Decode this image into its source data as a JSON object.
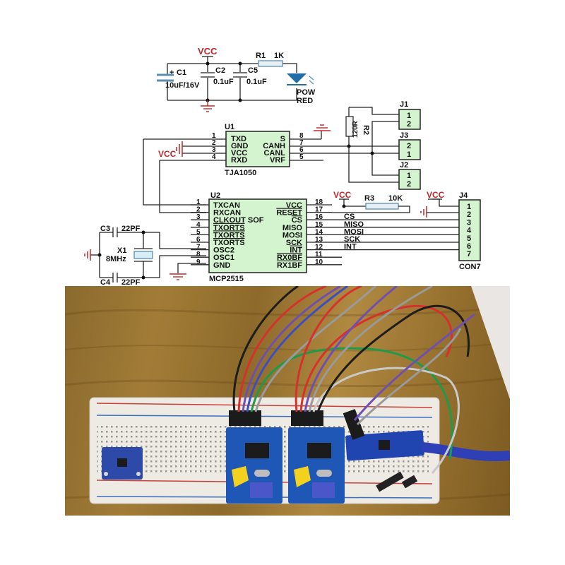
{
  "schematic": {
    "power_section": {
      "vcc_label": "VCC",
      "c1": {
        "name": "C1",
        "value": "10uF/16V",
        "polarity": "+"
      },
      "c2": {
        "name": "C2",
        "value": "0.1uF"
      },
      "c5": {
        "name": "C5",
        "value": "0.1uF"
      },
      "r1": {
        "name": "R1",
        "value": "1K"
      },
      "led": {
        "line1": "POW",
        "line2": "RED"
      }
    },
    "u1": {
      "ref": "U1",
      "part": "TJA1050",
      "left_pins": [
        {
          "num": "1",
          "name": "TXD"
        },
        {
          "num": "2",
          "name": "GND"
        },
        {
          "num": "3",
          "name": "VCC"
        },
        {
          "num": "4",
          "name": "RXD"
        }
      ],
      "right_pins": [
        {
          "num": "8",
          "name": "S"
        },
        {
          "num": "7",
          "name": "CANH"
        },
        {
          "num": "6",
          "name": "CANL"
        },
        {
          "num": "5",
          "name": "VRF"
        }
      ],
      "vcc_label": "VCC"
    },
    "r2": {
      "name": "R2",
      "value": "120R"
    },
    "connectors": {
      "j1": {
        "ref": "J1",
        "pins": [
          "1",
          "2"
        ]
      },
      "j3": {
        "ref": "J3",
        "pins": [
          "2",
          "1"
        ]
      },
      "j2": {
        "ref": "J2",
        "pins": [
          "1",
          "2"
        ]
      },
      "j4": {
        "ref": "J4",
        "part": "CON7",
        "pins": [
          "1",
          "2",
          "3",
          "4",
          "5",
          "6",
          "7"
        ],
        "vcc_label": "VCC"
      }
    },
    "u2": {
      "ref": "U2",
      "part": "MCP2515",
      "left_pins": [
        {
          "num": "1",
          "name": "TXCAN"
        },
        {
          "num": "2",
          "name": "RXCAN"
        },
        {
          "num": "3",
          "name": "CLKOUT SOF"
        },
        {
          "num": "4",
          "name": "TXORTS"
        },
        {
          "num": "5",
          "name": "TXORTS"
        },
        {
          "num": "6",
          "name": "TXORTS"
        },
        {
          "num": "7",
          "name": "OSC2"
        },
        {
          "num": "8",
          "name": "OSC1"
        },
        {
          "num": "9",
          "name": "GND"
        }
      ],
      "right_pins": [
        {
          "num": "18",
          "name": "VCC"
        },
        {
          "num": "17",
          "name": "RESET"
        },
        {
          "num": "16",
          "name": "CS"
        },
        {
          "num": "15",
          "name": "MISO"
        },
        {
          "num": "14",
          "name": "MOSI"
        },
        {
          "num": "13",
          "name": "SCK"
        },
        {
          "num": "12",
          "name": "INT"
        },
        {
          "num": "11",
          "name": "RX0BF"
        },
        {
          "num": "10",
          "name": "RX1BF"
        }
      ],
      "vcc_label": "VCC"
    },
    "r3": {
      "name": "R3",
      "value": "10K"
    },
    "net_labels": [
      "CS",
      "MISO",
      "MOSI",
      "SCK",
      "INT"
    ],
    "crystal": {
      "x1": {
        "name": "X1",
        "value": "8MHz"
      },
      "c3": {
        "name": "C3",
        "value": "22PF"
      },
      "c4": {
        "name": "C4",
        "value": "22PF"
      }
    }
  },
  "photo": {
    "description": "Breadboard with MPU sensor module, two MCP2515 CAN modules, and Arduino Nano connected by jumper wires",
    "modules": [
      "gy-521-mpu6050",
      "mcp2515-can-module-1",
      "mcp2515-can-module-2",
      "arduino-nano"
    ],
    "wire_colors": {
      "red": "#d6322d",
      "purple": "#6f4fb0",
      "blue": "#3a4fc2",
      "black": "#1d1d1d",
      "gray": "#9a9a9a",
      "green": "#1f9a4a"
    },
    "board_color": "#1e57b5",
    "jumper_color": "#f2d21e"
  }
}
